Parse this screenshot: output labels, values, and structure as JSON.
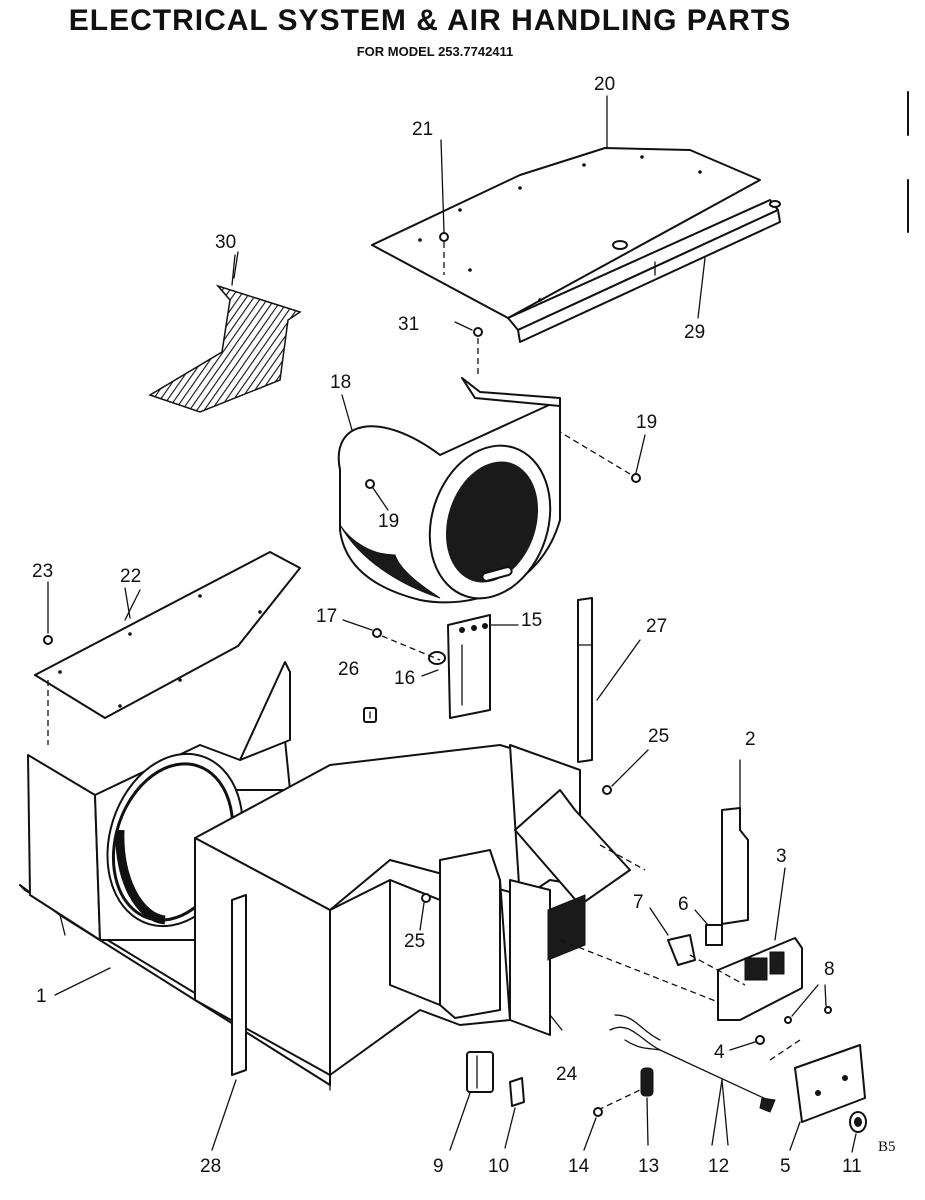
{
  "header": {
    "title": "ELECTRICAL SYSTEM & AIR HANDLING PARTS",
    "subtitle": "FOR MODEL 253.7742411"
  },
  "corner_code": "B5",
  "callouts": [
    {
      "id": "c1",
      "text": "1"
    },
    {
      "id": "c2",
      "text": "2"
    },
    {
      "id": "c3",
      "text": "3"
    },
    {
      "id": "c4",
      "text": "4"
    },
    {
      "id": "c5",
      "text": "5"
    },
    {
      "id": "c6",
      "text": "6"
    },
    {
      "id": "c7",
      "text": "7"
    },
    {
      "id": "c8",
      "text": "8"
    },
    {
      "id": "c9",
      "text": "9"
    },
    {
      "id": "c10",
      "text": "10"
    },
    {
      "id": "c11",
      "text": "11"
    },
    {
      "id": "c12",
      "text": "12"
    },
    {
      "id": "c13",
      "text": "13"
    },
    {
      "id": "c14",
      "text": "14"
    },
    {
      "id": "c15",
      "text": "15"
    },
    {
      "id": "c16",
      "text": "16"
    },
    {
      "id": "c17",
      "text": "17"
    },
    {
      "id": "c18",
      "text": "18"
    },
    {
      "id": "c19a",
      "text": "19"
    },
    {
      "id": "c19b",
      "text": "19"
    },
    {
      "id": "c20",
      "text": "20"
    },
    {
      "id": "c21",
      "text": "21"
    },
    {
      "id": "c22",
      "text": "22"
    },
    {
      "id": "c23",
      "text": "23"
    },
    {
      "id": "c24",
      "text": "24"
    },
    {
      "id": "c25a",
      "text": "25"
    },
    {
      "id": "c25b",
      "text": "25"
    },
    {
      "id": "c26",
      "text": "26"
    },
    {
      "id": "c27",
      "text": "27"
    },
    {
      "id": "c28",
      "text": "28"
    },
    {
      "id": "c29",
      "text": "29"
    },
    {
      "id": "c30",
      "text": "30"
    },
    {
      "id": "c31",
      "text": "31"
    }
  ]
}
